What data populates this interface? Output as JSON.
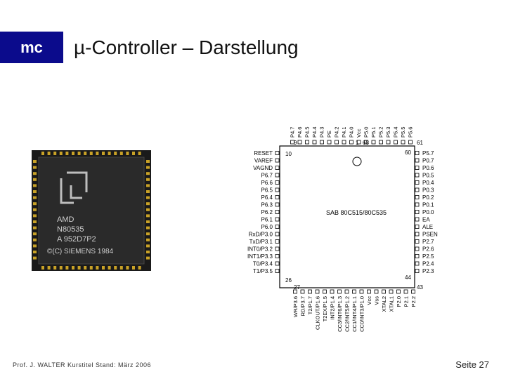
{
  "header": {
    "logo_text": "mc",
    "title": "µ-Controller – Darstellung"
  },
  "footer": {
    "author_date": "Prof. J. WALTER   Kurstitel   Stand: März 2006",
    "page": "Seite 27"
  },
  "photo": {
    "chip_lines": [
      "AMD",
      "N80535",
      "A 952D7P2",
      "©(C) SIEMENS 1984"
    ]
  },
  "pinout": {
    "part_name": "SAB 80C515/80C535",
    "corner_numbers": {
      "top_left": "9",
      "top_mid1": "1",
      "top_mid2": "68",
      "top_right": "61",
      "left_top": "10",
      "right_top": "60",
      "left_bottom": "26",
      "bottom_left": "27",
      "right_bottom": "44",
      "bottom_right": "43"
    },
    "top_pins": [
      "P4.7",
      "P4.6",
      "P4.5",
      "P4.4",
      "P4.3",
      "PE",
      "P4.2",
      "P4.1",
      "P4.0",
      "Vcc",
      "P5.0",
      "P5.1",
      "P5.2",
      "P5.3",
      "P5.4",
      "P5.5",
      "P5.6"
    ],
    "left_pins": [
      "RESET",
      "VAREF",
      "VAGND",
      "P6.7",
      "P6.6",
      "P6.5",
      "P6.4",
      "P6.3",
      "P6.2",
      "P6.1",
      "P6.0",
      "RxD/P3.0",
      "TxD/P3.1",
      "INT0/P3.2",
      "INT1/P3.3",
      "T0/P3.4",
      "T1/P3.5"
    ],
    "right_pins": [
      "P5.7",
      "P0.7",
      "P0.6",
      "P0.5",
      "P0.4",
      "P0.3",
      "P0.2",
      "P0.1",
      "P0.0",
      "EA",
      "ALE",
      "PSEN",
      "P2.7",
      "P2.6",
      "P2.5",
      "P2.4",
      "P2.3"
    ],
    "bottom_pins": [
      "WR/P3.6",
      "RD/P3.7",
      "T2/P1.7",
      "CLKOUT/P1.6",
      "T2EX/P1.5",
      "INT2/P1.4",
      "CC3/INT6/P1.3",
      "CC2/INT5/P1.2",
      "CC1/INT4/P1.1",
      "CC0/INT3/P1.0",
      "Vcc",
      "Vss",
      "XTAL2",
      "XTAL1",
      "P2.0",
      "P2.1",
      "P2.2"
    ]
  }
}
